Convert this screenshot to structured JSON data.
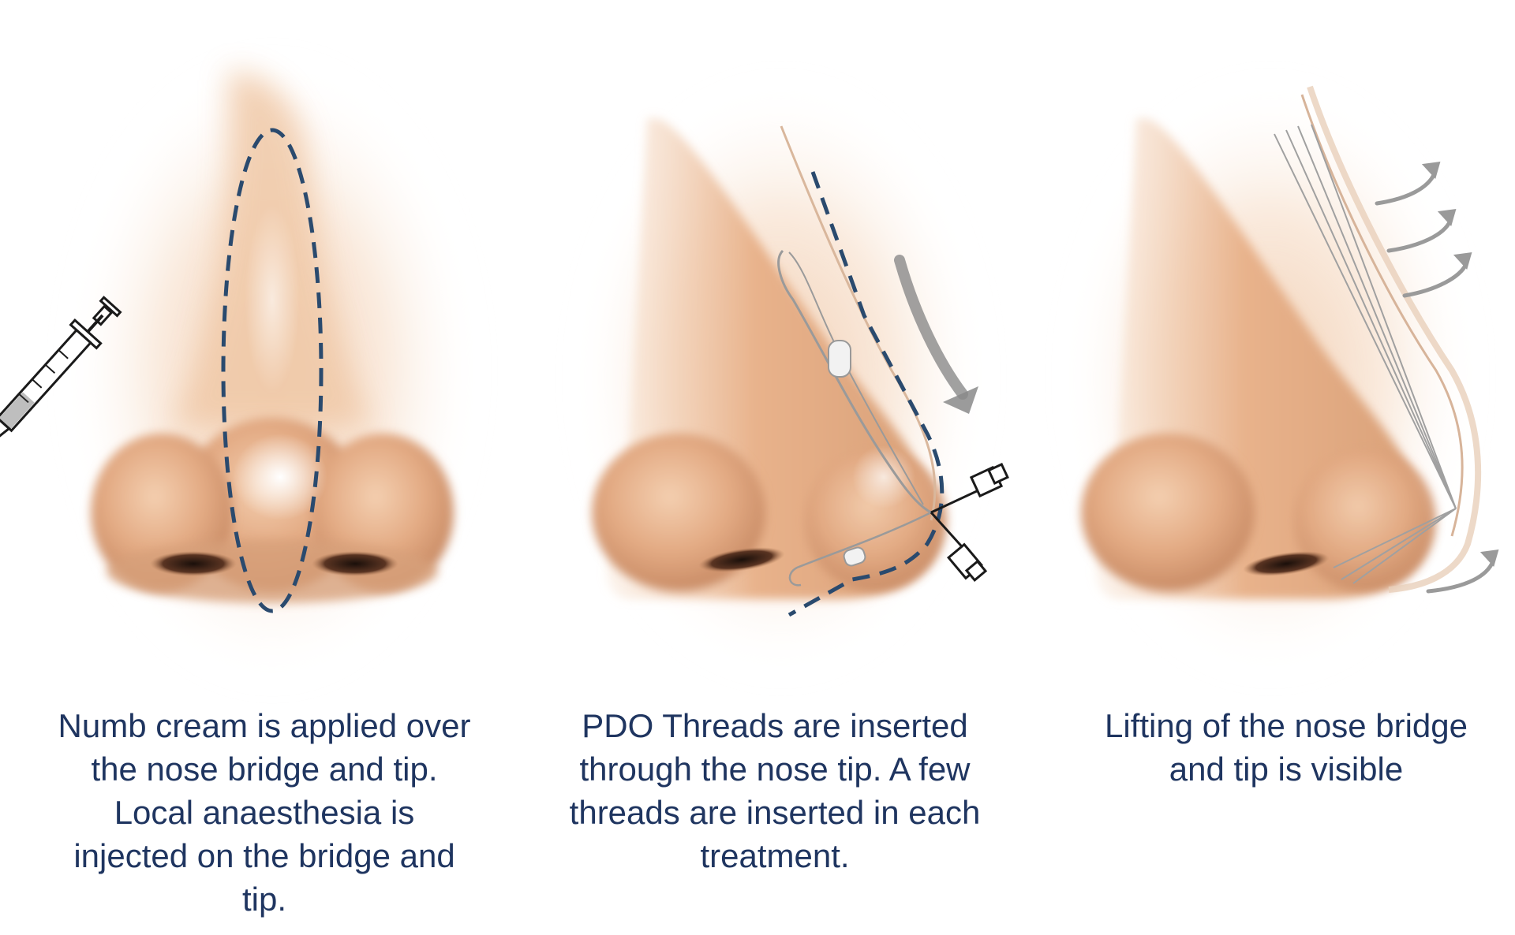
{
  "steps": [
    {
      "caption": "Numb cream is applied over\nthe nose bridge and tip.\nLocal anaesthesia is\ninjected on the bridge and\ntip."
    },
    {
      "caption": "PDO Threads are inserted\nthrough the nose tip. A few\nthreads are inserted in each\ntreatment."
    },
    {
      "caption": "Lifting of the nose bridge\nand tip is visible"
    }
  ],
  "colors": {
    "caption_text": "#1f3560",
    "dashed_outline": "#2a4a6e",
    "skin": "#e7b38c",
    "skin_shadow": "#b27a55",
    "lift_arrow": "#9a9a9a"
  }
}
